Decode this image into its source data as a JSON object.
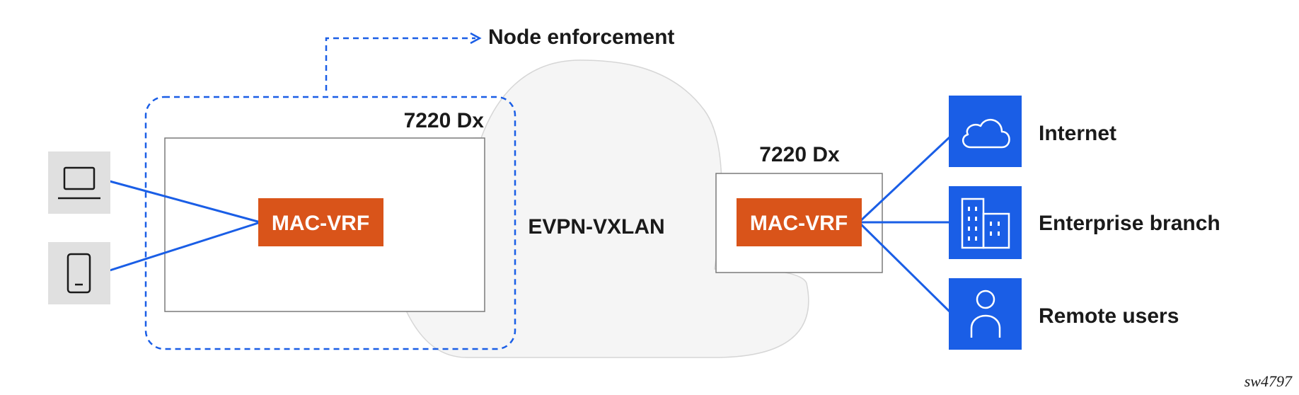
{
  "diagram": {
    "enforcement_label": "Node enforcement",
    "cloud_label": "EVPN-VXLAN",
    "left_node": {
      "label": "7220 Dx",
      "vrf_label": "MAC-VRF"
    },
    "right_node": {
      "label": "7220 Dx",
      "vrf_label": "MAC-VRF"
    },
    "endpoints": [
      {
        "label": "Internet",
        "icon": "cloud-icon"
      },
      {
        "label": "Enterprise branch",
        "icon": "building-icon"
      },
      {
        "label": "Remote users",
        "icon": "user-icon"
      }
    ],
    "devices": [
      {
        "icon": "laptop-icon"
      },
      {
        "icon": "phone-icon"
      }
    ],
    "figure_id": "sw4797",
    "colors": {
      "accent_blue": "#1a5ee6",
      "vrf_orange": "#d9541a",
      "device_gray": "#e0e0e0",
      "cloud_fill": "#f5f5f5"
    }
  }
}
